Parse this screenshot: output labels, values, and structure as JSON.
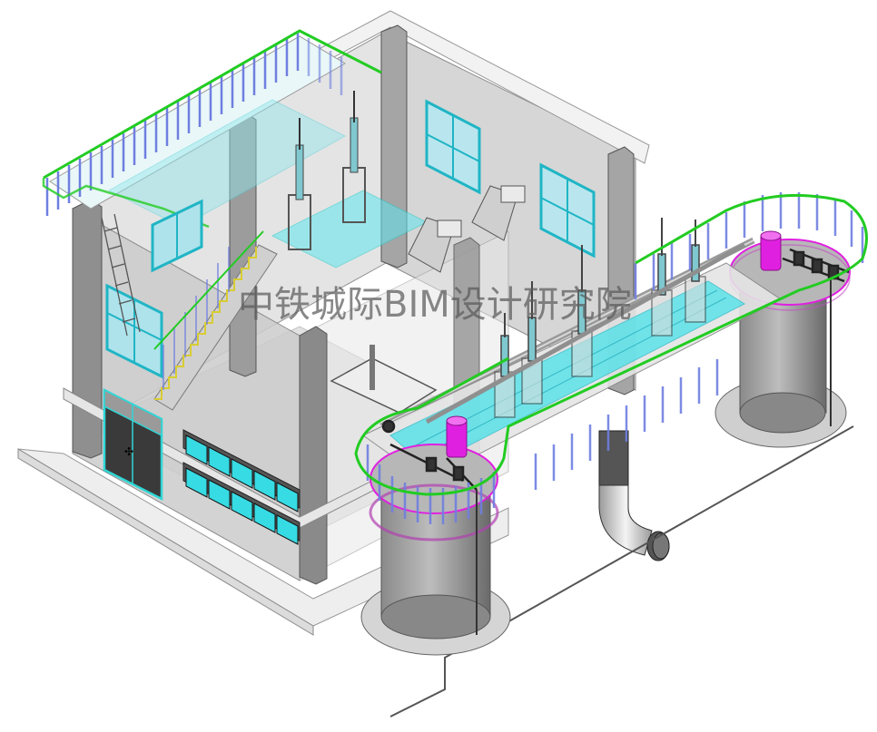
{
  "watermark": {
    "text": "中铁城际BIM设计研究院"
  },
  "scene": {
    "type": "isometric BIM model",
    "subject": "pump station building with two cylindrical tanks connected by gated channel walkway",
    "colors": {
      "background": "#ffffff",
      "concrete_light": "#d9d9d9",
      "concrete_mid": "#b5b5b5",
      "concrete_dark": "#7a7a7a",
      "railing_top": "#33cc33",
      "railing_posts": "#6f7fe0",
      "grating": "#33e0e6",
      "window_frame": "#2fd6d6",
      "pump_motor": "#e020e0",
      "pipe": "#8c8c8c",
      "door": "#3a3a3a"
    },
    "components": [
      {
        "name": "main-building",
        "label": "Pump house"
      },
      {
        "name": "roof-walkway",
        "label": "Roof walkway with railing"
      },
      {
        "name": "stairs",
        "label": "Interior staircase"
      },
      {
        "name": "tank-left",
        "label": "Left cylindrical tank with pump"
      },
      {
        "name": "tank-right",
        "label": "Right cylindrical tank with pump"
      },
      {
        "name": "gate-channel",
        "label": "Channel with sluice gates"
      },
      {
        "name": "elbow-pipe",
        "label": "Outlet elbow pipe"
      },
      {
        "name": "entrance-door",
        "label": "Double entrance door"
      },
      {
        "name": "window-bank",
        "label": "Two rows of windows"
      }
    ]
  }
}
